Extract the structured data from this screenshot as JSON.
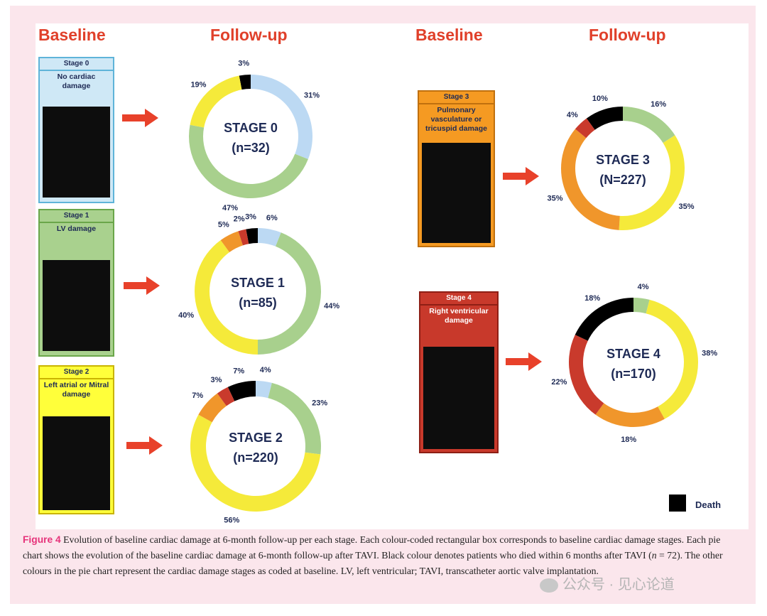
{
  "headers": {
    "baseline_left": "Baseline",
    "followup_left": "Follow-up",
    "baseline_right": "Baseline",
    "followup_right": "Follow-up"
  },
  "stages": [
    {
      "title": "Stage 0",
      "desc": "No cardiac damage",
      "color": "#cfe8f6",
      "border": "#5fb4d9"
    },
    {
      "title": "Stage 1",
      "desc": "LV damage",
      "color": "#a9d18e",
      "border": "#6aa64a"
    },
    {
      "title": "Stage 2",
      "desc": "Left atrial or Mitral damage",
      "color": "#ffff3a",
      "border": "#c9b400"
    },
    {
      "title": "Stage 3",
      "desc": "Pulmonary vasculature or tricuspid damage",
      "color": "#f59a22",
      "border": "#c0700e"
    },
    {
      "title": "Stage 4",
      "desc": "Right ventricular damage",
      "color": "#c8392b",
      "border": "#8e1f15"
    }
  ],
  "legend": {
    "label": "Death",
    "color": "#000000"
  },
  "chart_data": [
    {
      "type": "pie",
      "title": "STAGE 0",
      "subtitle": "(n=32)",
      "slices": [
        {
          "category": "Stage 0",
          "value": 31,
          "label": "31%"
        },
        {
          "category": "Stage 1",
          "value": 47,
          "label": "47%"
        },
        {
          "category": "Stage 2",
          "value": 19,
          "label": "19%"
        },
        {
          "category": "Death",
          "value": 3,
          "label": "3%"
        }
      ]
    },
    {
      "type": "pie",
      "title": "STAGE 1",
      "subtitle": "(n=85)",
      "slices": [
        {
          "category": "Stage 0",
          "value": 6,
          "label": "6%"
        },
        {
          "category": "Stage 1",
          "value": 44,
          "label": "44%"
        },
        {
          "category": "Stage 2",
          "value": 40,
          "label": "40%"
        },
        {
          "category": "Stage 3",
          "value": 5,
          "label": "5%"
        },
        {
          "category": "Stage 4",
          "value": 2,
          "label": "2%"
        },
        {
          "category": "Death",
          "value": 3,
          "label": "3%"
        }
      ]
    },
    {
      "type": "pie",
      "title": "STAGE 2",
      "subtitle": "(n=220)",
      "slices": [
        {
          "category": "Stage 0",
          "value": 4,
          "label": "4%"
        },
        {
          "category": "Stage 1",
          "value": 23,
          "label": "23%"
        },
        {
          "category": "Stage 2",
          "value": 56,
          "label": "56%"
        },
        {
          "category": "Stage 3",
          "value": 7,
          "label": "7%"
        },
        {
          "category": "Stage 4",
          "value": 3,
          "label": "3%"
        },
        {
          "category": "Death",
          "value": 7,
          "label": "7%"
        }
      ]
    },
    {
      "type": "pie",
      "title": "STAGE 3",
      "subtitle": "(N=227)",
      "slices": [
        {
          "category": "Stage 1",
          "value": 16,
          "label": "16%"
        },
        {
          "category": "Stage 2",
          "value": 35,
          "label": "35%"
        },
        {
          "category": "Stage 3",
          "value": 35,
          "label": "35%"
        },
        {
          "category": "Stage 4",
          "value": 4,
          "label": "4%"
        },
        {
          "category": "Death",
          "value": 10,
          "label": "10%"
        }
      ]
    },
    {
      "type": "pie",
      "title": "STAGE 4",
      "subtitle": "(n=170)",
      "slices": [
        {
          "category": "Stage 1",
          "value": 4,
          "label": "4%"
        },
        {
          "category": "Stage 2",
          "value": 38,
          "label": "38%"
        },
        {
          "category": "Stage 3",
          "value": 18,
          "label": "18%"
        },
        {
          "category": "Stage 4",
          "value": 22,
          "label": "22%"
        },
        {
          "category": "Death",
          "value": 18,
          "label": "18%"
        }
      ]
    }
  ],
  "slice_colors": {
    "Stage 0": "#bcd9f3",
    "Stage 1": "#a8d08d",
    "Stage 2": "#f5ea3a",
    "Stage 3": "#f0962b",
    "Stage 4": "#c93a2c",
    "Death": "#000000"
  },
  "caption": {
    "figure_label": "Figure 4",
    "text_a": " Evolution of baseline cardiac damage at 6-month follow-up per each stage. Each colour-coded rectangular box corresponds to baseline cardiac damage stages. Each pie chart shows the evolution of the baseline cardiac damage at 6-month follow-up after TAVI. Black colour denotes patients who died within 6 months after TAVI (",
    "n_symbol": "n",
    "text_b": " = 72). The other colours in the pie chart represent the cardiac damage stages as coded at baseline. LV, left ventricular; TAVI, transcatheter aortic valve implantation."
  },
  "watermark": "公众号 · 见心论道"
}
